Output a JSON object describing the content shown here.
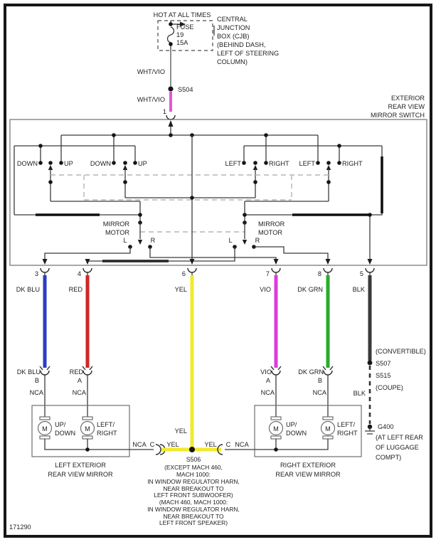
{
  "doc": {
    "id": "171290"
  },
  "colors": {
    "dk_blu": "#2b3cc4",
    "red": "#cf2727",
    "yel": "#f0ea2e",
    "vio": "#dd3cdd",
    "dk_grn": "#2aab2a",
    "blk": "#3a3a3a",
    "wht_vio": "#e05ad0"
  },
  "power": {
    "hot": "HOT AT ALL TIMES",
    "fuse": [
      "FUSE",
      "19",
      "15A"
    ],
    "cjb": [
      "CENTRAL",
      "JUNCTION",
      "BOX (CJB)",
      "(BEHIND DASH,",
      "LEFT OF STEERING",
      "COLUMN)"
    ],
    "wht_vio": "WHT/VIO",
    "s504": "S504",
    "pin1": "1"
  },
  "sw": {
    "title": [
      "EXTERIOR",
      "REAR VIEW",
      "MIRROR SWITCH"
    ],
    "c": [
      "DOWN",
      "UP",
      "DOWN",
      "UP",
      "LEFT",
      "RIGHT",
      "LEFT",
      "RIGHT"
    ],
    "mm": [
      "MIRROR",
      "MOTOR"
    ],
    "L": "L",
    "R": "R",
    "pins": [
      "3",
      "4",
      "6",
      "7",
      "8",
      "5"
    ]
  },
  "w": {
    "top": [
      "DK BLU",
      "RED",
      "YEL",
      "VIO",
      "DK GRN",
      "BLK"
    ],
    "mid": [
      "DK BLU",
      "RED",
      "VIO",
      "DK GRN"
    ],
    "letters": [
      "B",
      "A",
      "A",
      "B"
    ],
    "nca": "NCA",
    "c": "C",
    "yel": "YEL",
    "blk": "BLK"
  },
  "s506": {
    "name": "S506",
    "note": [
      "(EXCEPT MACH 460,",
      "MACH 1000:",
      "IN WINDOW REGULATOR HARN,",
      "NEAR BREAKOUT TO",
      "LEFT FRONT SUBWOOFER)",
      "(MACH 460, MACH 1000:",
      "IN WINDOW REGULATOR HARN,",
      "NEAR BREAKOUT TO",
      "LEFT FRONT SPEAKER)"
    ]
  },
  "s507": {
    "lines": [
      "(CONVERTIBLE)",
      "S507",
      "S515",
      "(COUPE)"
    ]
  },
  "g400": {
    "lines": [
      "G400",
      "(AT LEFT REAR",
      "OF LUGGAGE",
      "COMPT)"
    ]
  },
  "mirrors": {
    "m": "M",
    "left": {
      "m1": [
        "UP/",
        "DOWN"
      ],
      "m2": [
        "LEFT/",
        "RIGHT"
      ],
      "label": [
        "LEFT EXTERIOR",
        "REAR VIEW MIRROR"
      ]
    },
    "right": {
      "m1": [
        "UP/",
        "DOWN"
      ],
      "m2": [
        "LEFT/",
        "RIGHT"
      ],
      "label": [
        "RIGHT EXTERIOR",
        "REAR VIEW MIRROR"
      ]
    }
  }
}
